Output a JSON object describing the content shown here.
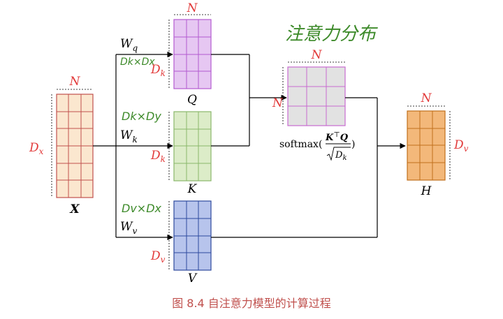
{
  "diagram": {
    "caption": "图 8.4   自注意力模型的计算过程",
    "handwritten": {
      "title": "注意力分布",
      "wq_dims": "Dk×Dx",
      "wk_dims": "Dk×Dy",
      "wv_dims": "Dv×Dx"
    },
    "x_matrix": {
      "label": "X",
      "rows_label": "D",
      "rows_sub": "x",
      "cols_label": "N"
    },
    "q_matrix": {
      "label": "Q",
      "rows_label": "D",
      "rows_sub": "k",
      "cols_label": "N"
    },
    "k_matrix": {
      "label": "K",
      "rows_label": "D",
      "rows_sub": "k"
    },
    "v_matrix": {
      "label": "V",
      "rows_label": "D",
      "rows_sub": "v"
    },
    "attn_matrix": {
      "rows_label": "N",
      "cols_label": "N",
      "formula": {
        "prefix": "softmax(",
        "num": "K",
        "sup": "⊤",
        "num2": "Q",
        "den": "D",
        "den_sub": "k",
        "suffix": ")"
      }
    },
    "h_matrix": {
      "label": "H",
      "rows_label": "D",
      "rows_sub": "v",
      "cols_label": "N"
    },
    "weights": {
      "wq": {
        "base": "W",
        "sub": "q"
      },
      "wk": {
        "base": "W",
        "sub": "k"
      },
      "wv": {
        "base": "W",
        "sub": "v"
      }
    },
    "colors": {
      "x_fill": "#fbe7cf",
      "x_stroke": "#c0504d",
      "q_fill": "#e6c7f2",
      "q_stroke": "#b35ad0",
      "k_fill": "#dcecc8",
      "k_stroke": "#8ab86a",
      "v_fill": "#b7c4ec",
      "v_stroke": "#2e4a9e",
      "a_fill": "#e2e2e2",
      "a_stroke": "#c86bd0",
      "h_fill": "#f3b87a",
      "h_stroke": "#c0701c",
      "red_label": "#e23b3b",
      "green_hand": "#3d8a2a",
      "caption": "#c0504d"
    }
  }
}
